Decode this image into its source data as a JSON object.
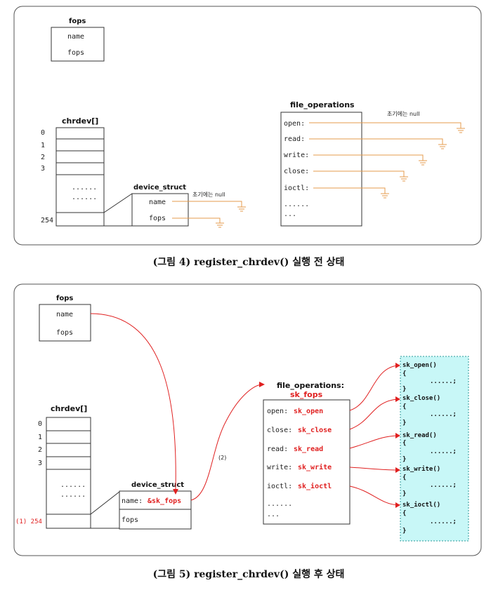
{
  "fig1": {
    "fops_title": "fops",
    "fops_fields": [
      "name",
      "fops"
    ],
    "chrdev_title": "chrdev[]",
    "chrdev_indices": [
      "0",
      "1",
      "2",
      "3"
    ],
    "chrdev_dots": [
      "......",
      "......"
    ],
    "chrdev_last": "254",
    "device_struct_title": "device_struct",
    "device_fields": [
      "name",
      "fops"
    ],
    "init_null_note": "초기에는 null",
    "fo_title": "file_operations",
    "fo_fields": [
      "open:",
      "read:",
      "write:",
      "close:",
      "ioctl:"
    ],
    "fo_dots": [
      "......",
      "..."
    ],
    "caption": "(그림 4) register_chrdev() 실행 전 상태"
  },
  "fig2": {
    "fops_title": "fops",
    "fops_fields": [
      "name",
      "fops"
    ],
    "chrdev_title": "chrdev[]",
    "chrdev_indices": [
      "0",
      "1",
      "2",
      "3"
    ],
    "chrdev_dots": [
      "......",
      "......"
    ],
    "chrdev_last": "(1) 254",
    "device_struct_title": "device_struct",
    "device_name_label": "name:",
    "device_name_value": "&sk_fops",
    "device_fops_label": "fops",
    "step2_label": "(2)",
    "fo_title": "file_operations:",
    "fo_subtitle": "sk_fops",
    "fo_fields": [
      {
        "label": "open:",
        "value": "sk_open"
      },
      {
        "label": "close:",
        "value": "sk_close"
      },
      {
        "label": "read:",
        "value": "sk_read"
      },
      {
        "label": "write:",
        "value": "sk_write"
      },
      {
        "label": "ioctl:",
        "value": "sk_ioctl"
      }
    ],
    "fo_dots": [
      "......",
      "..."
    ],
    "functions": [
      {
        "name": "sk_open()",
        "open": "{",
        "body": "......;",
        "close": "}"
      },
      {
        "name": "sk_close()",
        "open": "{",
        "body": "......;",
        "close": "}"
      },
      {
        "name": "sk_read()",
        "open": "{",
        "body": "......;",
        "close": "}"
      },
      {
        "name": "sk_write()",
        "open": "{",
        "body": "......;",
        "close": "}"
      },
      {
        "name": "sk_ioctl()",
        "open": "{",
        "body": "......;",
        "close": "}"
      }
    ],
    "caption": "(그림 5) register_chrdev() 실행 후 상태"
  },
  "colors": {
    "accent_red": "#e02020",
    "pointer_orange": "#e59b4c",
    "function_bg": "#c8f7f7"
  }
}
